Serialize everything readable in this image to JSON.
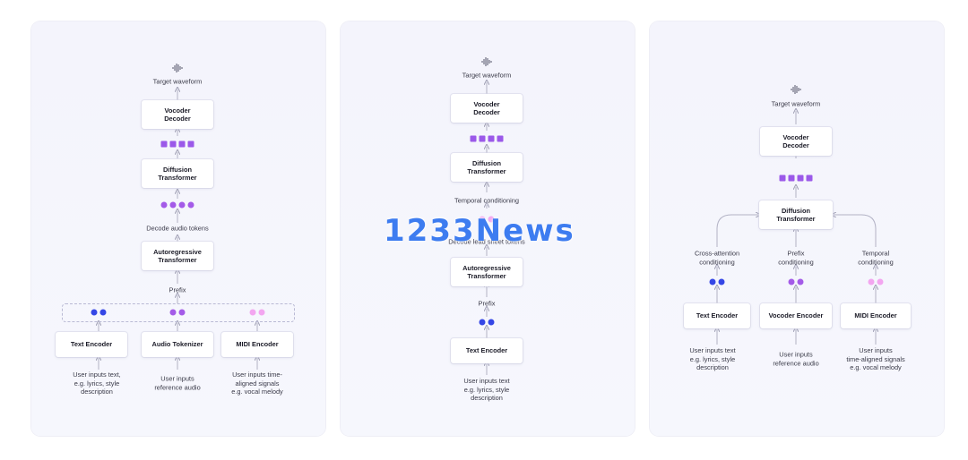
{
  "colors": {
    "blue": "#3547e6",
    "purple": "#a45be8",
    "pink": "#f3a6f0",
    "square": "#9b59e9",
    "watermark": "#3d7cf0"
  },
  "panel1": {
    "target_label": "Target waveform",
    "vocoder": "Vocoder\nDecoder",
    "diffusion": "Diffusion\nTransformer",
    "decode_label": "Decode audio tokens",
    "autoregressive": "Autoregressive\nTransformer",
    "prefix_label": "Prefix",
    "text_encoder": "Text Encoder",
    "audio_tokenizer": "Audio Tokenizer",
    "midi_encoder": "MIDI Encoder",
    "input_text": "User inputs text,\ne.g. lyrics, style\ndescription",
    "input_audio": "User inputs\nreference audio",
    "input_midi": "User inputs time-\naligned signals\ne.g. vocal melody"
  },
  "panel2": {
    "target_label": "Target waveform",
    "vocoder": "Vocoder\nDecoder",
    "diffusion": "Diffusion\nTransformer",
    "temporal_label": "Temporal conditioning",
    "decode_label": "Decode lead sheet tokens",
    "autoregressive": "Autoregressive\nTransformer",
    "prefix_label": "Prefix",
    "text_encoder": "Text Encoder",
    "input_text": "User inputs text\ne.g. lyrics, style\ndescription"
  },
  "panel3": {
    "target_label": "Target waveform",
    "vocoder": "Vocoder\nDecoder",
    "diffusion": "Diffusion\nTransformer",
    "cross_label": "Cross-attention\nconditioning",
    "prefix_label": "Prefix\nconditioning",
    "temporal_label": "Temporal\nconditioning",
    "text_encoder": "Text Encoder",
    "vocoder_encoder": "Vocoder Encoder",
    "midi_encoder": "MIDI Encoder",
    "input_text": "User inputs text\ne.g. lyrics, style\ndescription",
    "input_audio": "User inputs\nreference audio",
    "input_midi": "User inputs\ntime-aligned signals\ne.g. vocal melody"
  },
  "watermark": "1233News",
  "icons": {
    "waveform": "waveform-icon"
  }
}
